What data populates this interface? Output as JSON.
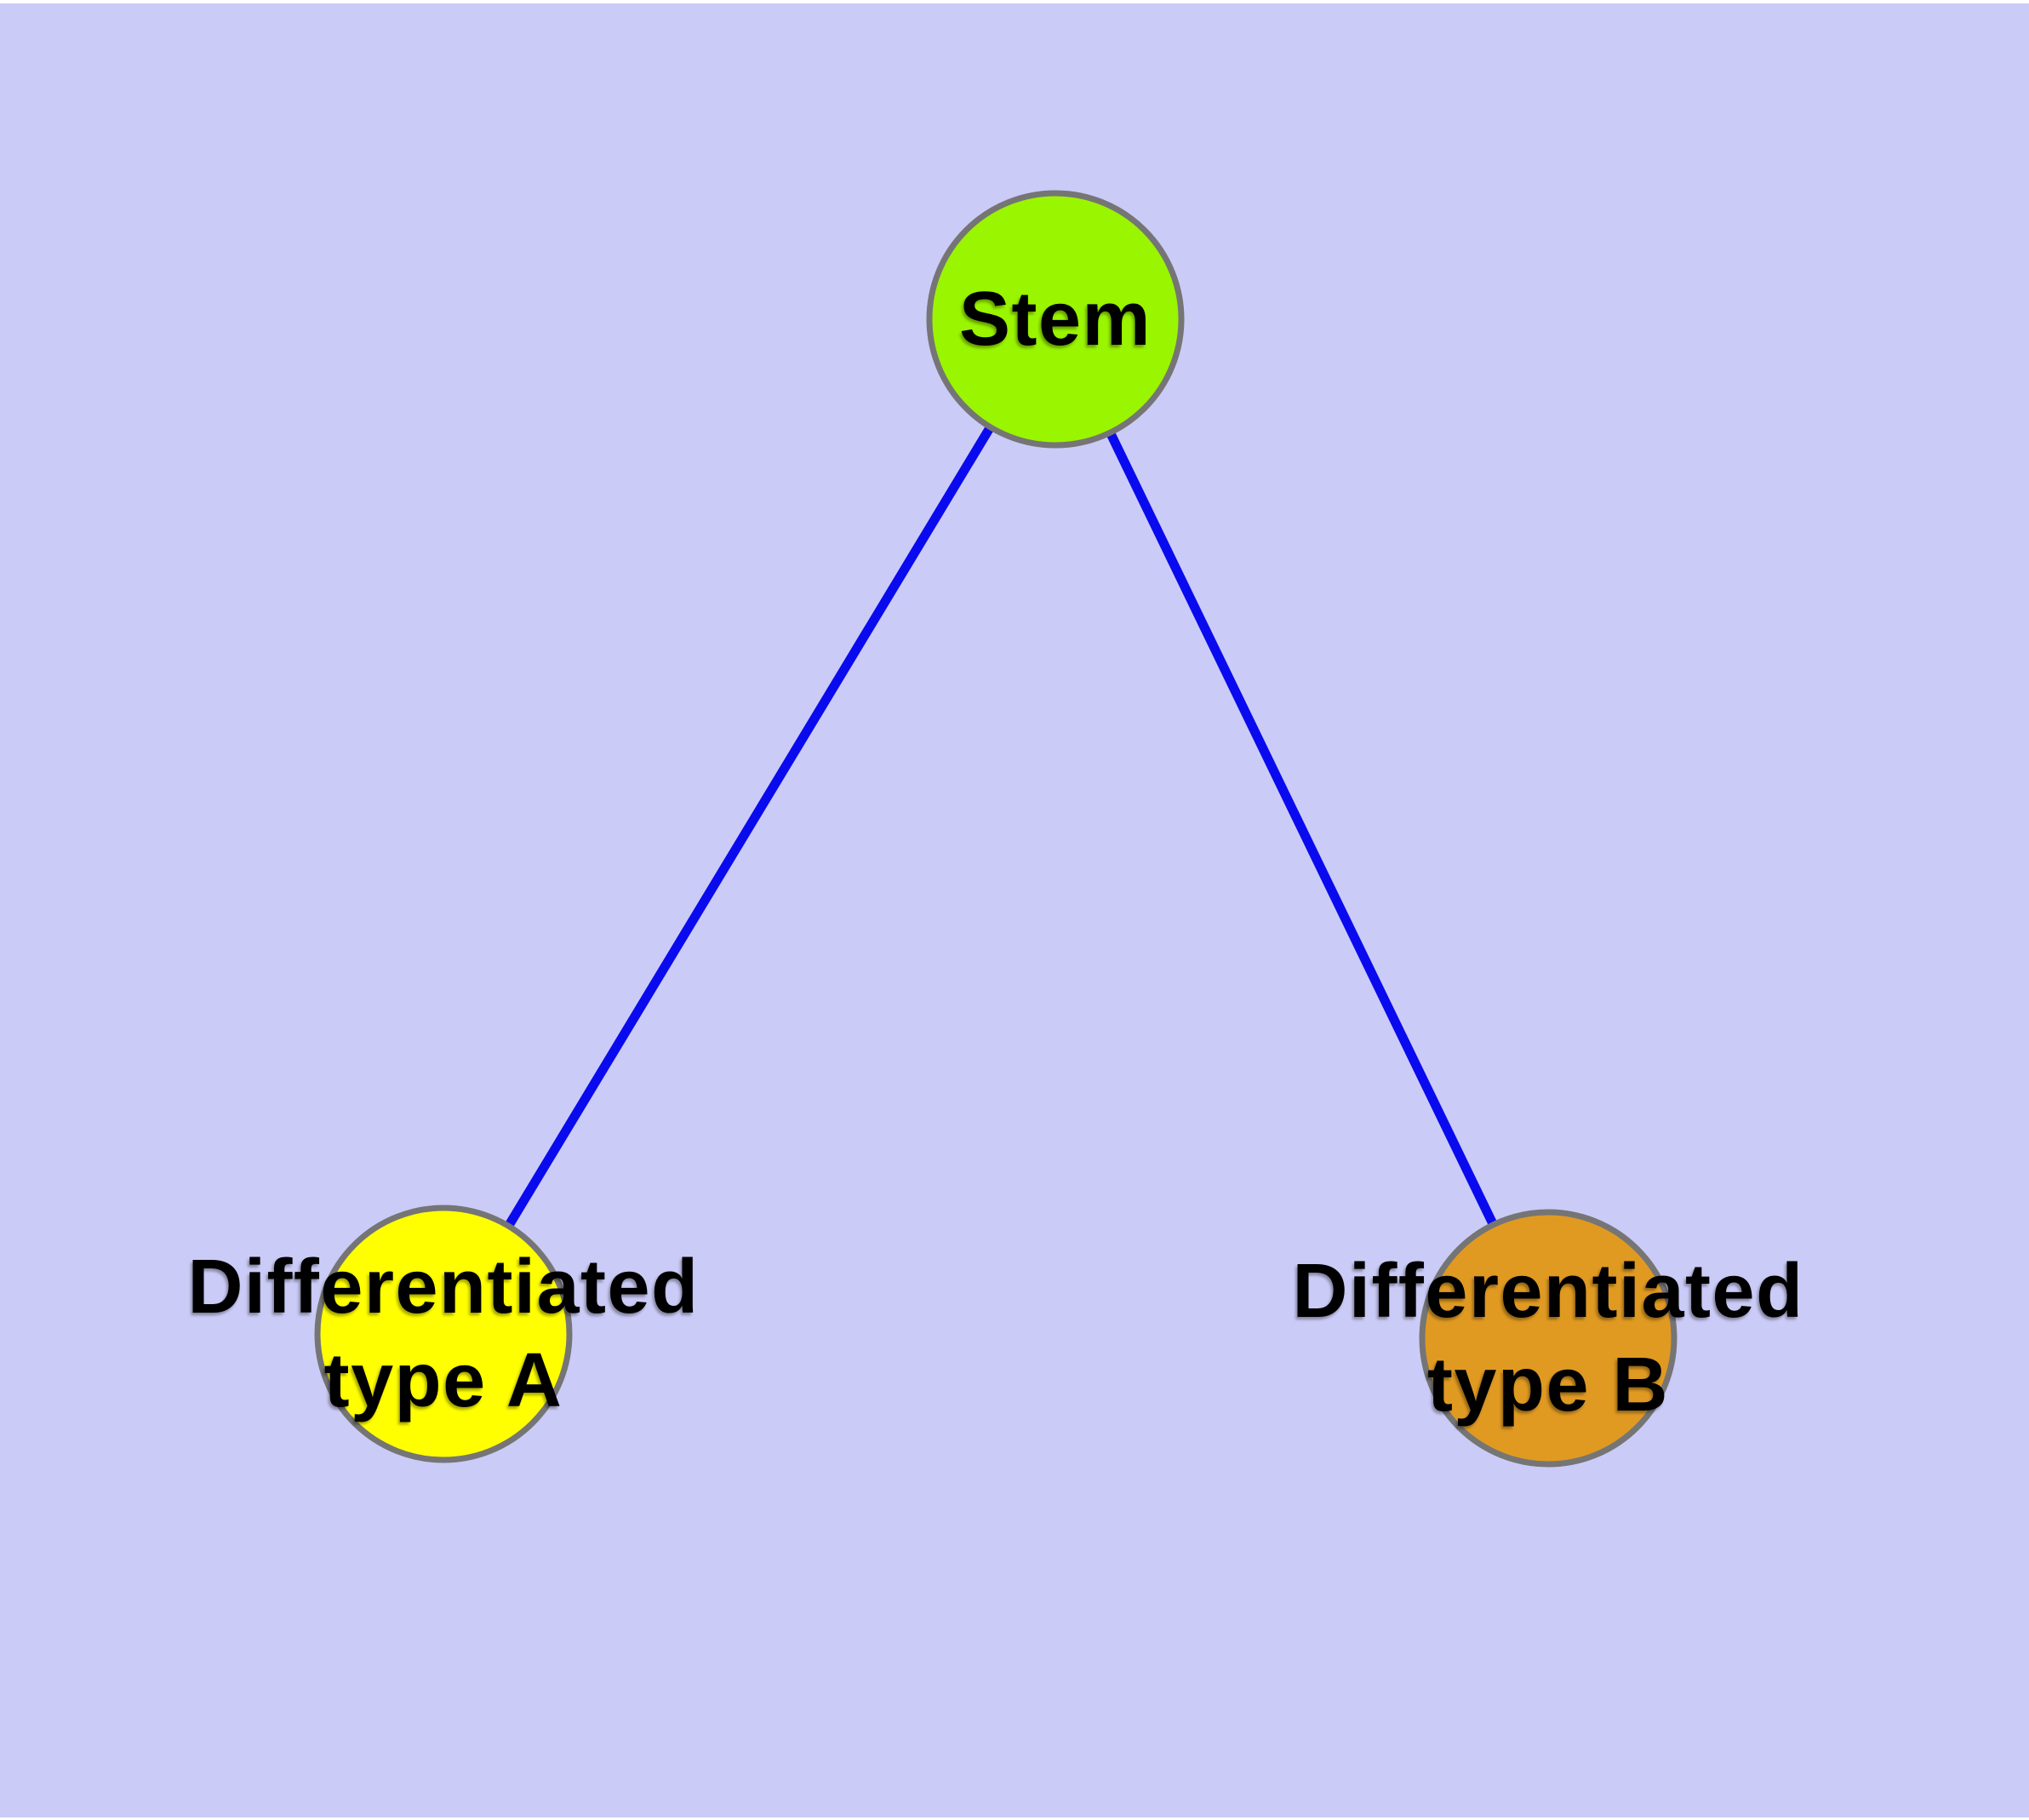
{
  "background_color": "#CBCBF7",
  "node_border_color": "#757575",
  "edge_color": "#0A0AEF",
  "label_color": "#000000",
  "nodes": {
    "stem": {
      "label": "Stem",
      "fill": "#9AF500"
    },
    "type_a": {
      "label_line1": "Differentiated",
      "label_line2": "type A",
      "fill": "#FFFF00"
    },
    "type_b": {
      "label_line1": "Differentiated",
      "label_line2": "type B",
      "fill": "#E09A22"
    }
  },
  "edges": [
    {
      "from": "Stem",
      "to": "Differentiated type A"
    },
    {
      "from": "Stem",
      "to": "Differentiated type B"
    }
  ]
}
